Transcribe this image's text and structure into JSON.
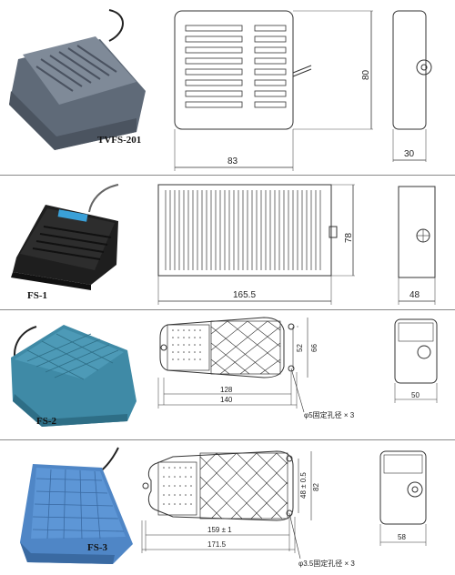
{
  "products": [
    {
      "model": "TVFS-201",
      "dims": {
        "width": "83",
        "height": "80",
        "depth": "30"
      }
    },
    {
      "model": "FS-1",
      "dims": {
        "width": "165.5",
        "height": "78",
        "depth": "48"
      }
    },
    {
      "model": "FS-2",
      "dims": {
        "width_inner": "128",
        "width": "140",
        "height_inner": "52",
        "height": "66",
        "depth": "50",
        "note": "φ5固定孔径 × 3"
      }
    },
    {
      "model": "FS-3",
      "dims": {
        "width_inner": "159 ± 1",
        "width": "171.5",
        "height_inner": "48 ± 0.5",
        "height": "82",
        "depth": "58",
        "note": "φ3.5固定孔径 × 3"
      }
    }
  ],
  "colors": {
    "pedal1": "#6d7886",
    "pedal2": "#1e1e1e",
    "pedal3": "#3f8aa6",
    "pedal4": "#4f86c6",
    "line": "#333333"
  }
}
